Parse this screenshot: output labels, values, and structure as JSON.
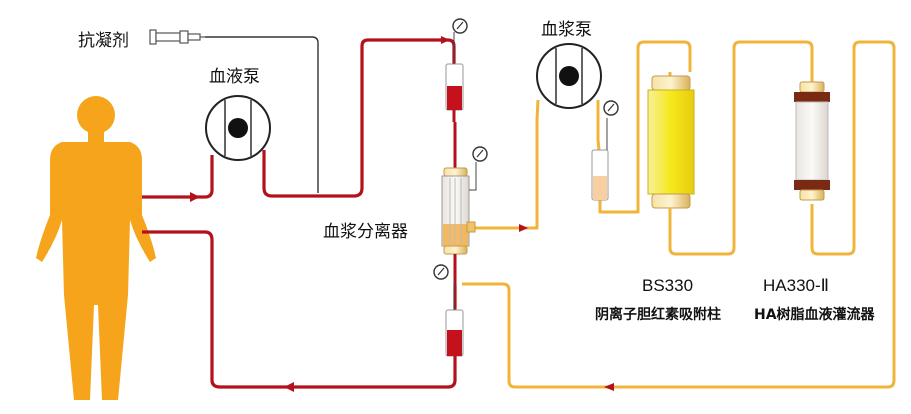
{
  "labels": {
    "anticoagulant": "抗凝剂",
    "blood_pump": "血液泵",
    "plasma_pump": "血浆泵",
    "plasma_separator": "血浆分离器",
    "bs330_model": "BS330",
    "bs330_desc": "阴离子胆红素吸附柱",
    "ha330_model": "HA330-Ⅱ",
    "ha330_desc": "HA树脂血液灌流器"
  },
  "colors": {
    "blood_line": "#b3121c",
    "plasma_line": "#efb43a",
    "body": "#f5a41c",
    "yellow_column": "#f4e61f",
    "resin_cap": "#7a2a12",
    "chamber_blood": "#c4121c"
  },
  "icons": [
    "human-body-icon",
    "syringe-icon",
    "pressure-gauge-icon",
    "pump-icon"
  ]
}
